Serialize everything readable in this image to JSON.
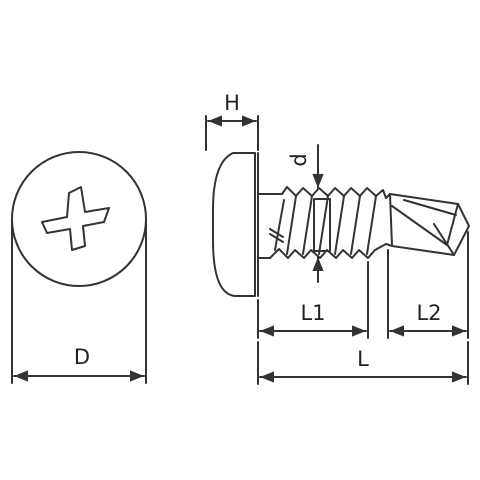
{
  "labels": {
    "head_diameter": "D",
    "head_height": "H",
    "thread_depth": "d",
    "thread_length": "L1",
    "drill_point_length": "L2",
    "total_length": "L"
  },
  "colors": {
    "stroke": "#333333",
    "text": "#222222",
    "background": "#ffffff"
  }
}
